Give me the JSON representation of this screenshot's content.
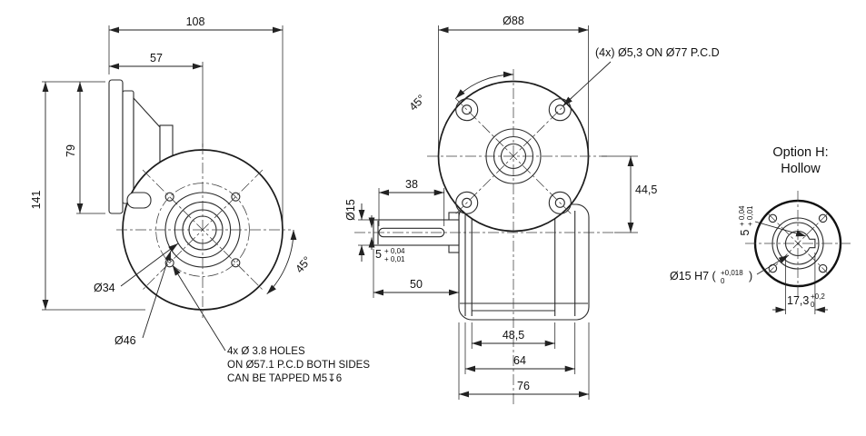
{
  "colors": {
    "line": "#2b2b2b",
    "background": "#ffffff"
  },
  "side": {
    "dim_total_width": "108",
    "dim_flange_to_center": "57",
    "dim_flange_height": "79",
    "dim_total_height": "141",
    "label_dia_34": "Ø34",
    "label_dia_46": "Ø46",
    "label_angle": "45°",
    "note_line1": "4x Ø 3.8 HOLES",
    "note_line2": "ON Ø57.1 P.C.D BOTH SIDES",
    "note_line3": "CAN BE TAPPED M5↧6"
  },
  "front": {
    "dim_flange_dia": "Ø88",
    "label_angle": "45°",
    "note_holes": "(4x) Ø5,3 ON Ø77 P.C.D",
    "dim_center_offset": "44,5",
    "label_shaft_dia": "Ø15",
    "dim_keyway_length": "38",
    "dim_key_width": "5",
    "tol_key_upper": "+ 0,04",
    "tol_key_lower": "+ 0,01",
    "dim_shaft_length": "50",
    "dim_body_width_1": "48,5",
    "dim_body_width_2": "64",
    "dim_body_width_3": "76"
  },
  "hollow": {
    "title_line1": "Option H:",
    "title_line2": "Hollow",
    "dim_key_width": "5",
    "tol_key_upper": "+ 0,04",
    "tol_key_lower": "+ 0,01",
    "label_bore_prefix": "Ø15 H7 (",
    "tol_bore_upper": "+0,018",
    "tol_bore_lower": "0",
    "label_bore_suffix": ")",
    "dim_bore_keyway": "17,3",
    "tol_bore_keyway_upper": "+0,2",
    "tol_bore_keyway_lower": "0"
  }
}
